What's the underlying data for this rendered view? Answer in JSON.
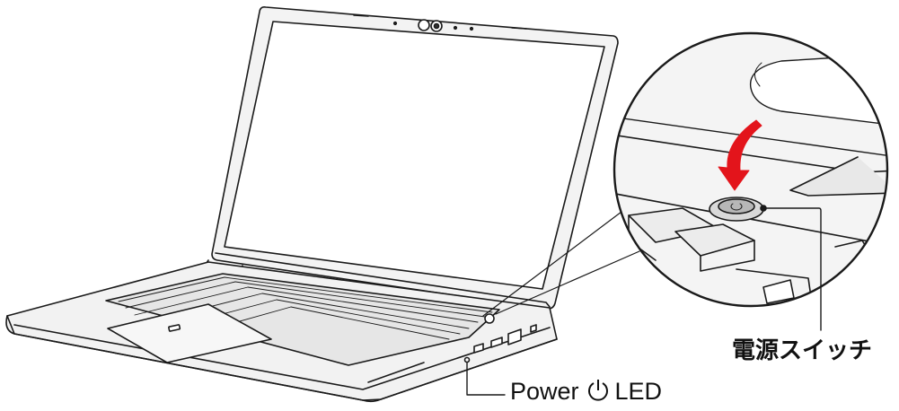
{
  "callouts": {
    "power_switch_label": "電源スイッチ",
    "power_led_word1": "Power",
    "power_led_word2": "LED"
  },
  "icons": {
    "power_symbol": "power-icon",
    "press_arrow": "arrow-icon"
  },
  "colors": {
    "line": "#1a1a1a",
    "arrow": "#e3141b",
    "laptop_fill": "#f2f2f2",
    "text": "#111111"
  }
}
